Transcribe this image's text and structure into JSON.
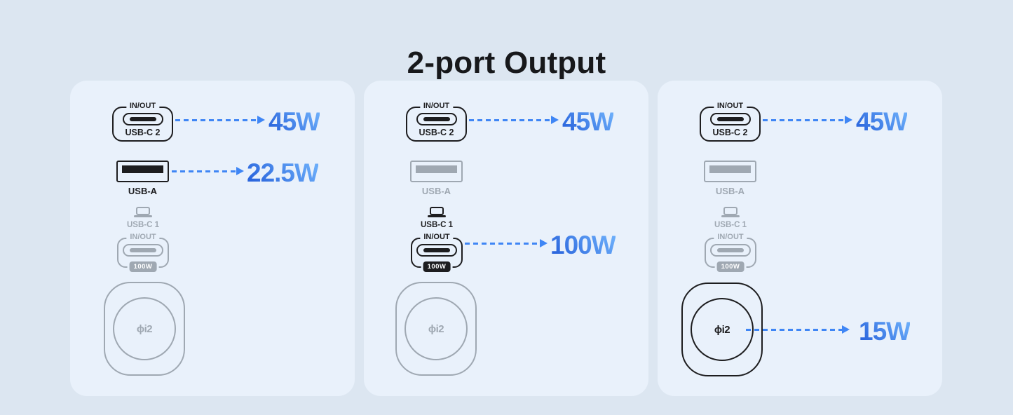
{
  "page": {
    "title": "2-port Output",
    "background_color": "#dce6f1",
    "card_color": "#e9f1fb",
    "accent_blue": "#3f86f5",
    "active_color": "#1d1d1f",
    "inactive_color": "#9fa8b2",
    "watt_gradient": [
      "#2b66dd",
      "#6aacf9"
    ]
  },
  "panels": [
    {
      "combo": "USB-C 2 + USB-A",
      "usbc2": {
        "io_label": "IN/OUT",
        "name_label": "USB-C 2",
        "state": "active",
        "output": "45W"
      },
      "usba": {
        "name_label": "USB-A",
        "state": "active",
        "output": "22.5W"
      },
      "usbc1": {
        "name_label": "USB-C 1",
        "io_label": "IN/OUT",
        "max_badge": "100W",
        "state": "inactive"
      },
      "wireless": {
        "logo": "ϕi2",
        "state": "inactive"
      }
    },
    {
      "combo": "USB-C 2 + USB-C 1",
      "usbc2": {
        "io_label": "IN/OUT",
        "name_label": "USB-C 2",
        "state": "active",
        "output": "45W"
      },
      "usba": {
        "name_label": "USB-A",
        "state": "inactive"
      },
      "usbc1": {
        "name_label": "USB-C 1",
        "io_label": "IN/OUT",
        "max_badge": "100W",
        "state": "active",
        "output": "100W"
      },
      "wireless": {
        "logo": "ϕi2",
        "state": "inactive"
      }
    },
    {
      "combo": "USB-C 2 + Wireless",
      "usbc2": {
        "io_label": "IN/OUT",
        "name_label": "USB-C 2",
        "state": "active",
        "output": "45W"
      },
      "usba": {
        "name_label": "USB-A",
        "state": "inactive"
      },
      "usbc1": {
        "name_label": "USB-C 1",
        "io_label": "IN/OUT",
        "max_badge": "100W",
        "state": "inactive"
      },
      "wireless": {
        "logo": "ϕi2",
        "state": "active",
        "output": "15W"
      }
    }
  ]
}
